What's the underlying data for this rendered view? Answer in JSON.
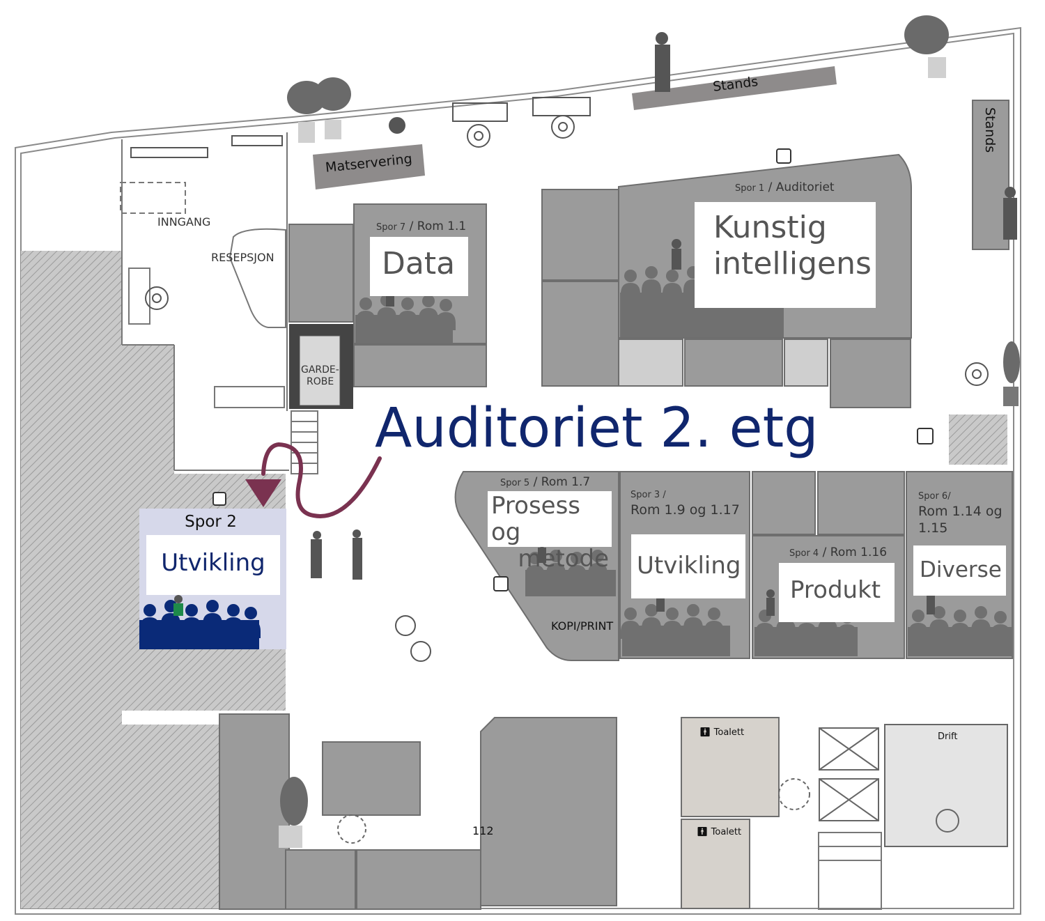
{
  "title": "Auditoriet 2. etg",
  "colors": {
    "title": "#10266d",
    "room_fill": "#9b9b9b",
    "audience": "#707070",
    "highlight_room": "#d6d8ea",
    "highlight_audience": "#0a2a78",
    "arrow": "#7a3250",
    "toilet": "#d6d2cc"
  },
  "labels": {
    "inngang": "INNGANG",
    "resepsjon": "RESEPSJON",
    "garderobe_1": "GARDE-",
    "garderobe_2": "ROBE",
    "matservering": "Matservering",
    "stands_top": "Stands",
    "stands_right": "Stands",
    "kopi_print": "KOPI/PRINT",
    "toalett_1": "Toalett",
    "toalett_2": "Toalett",
    "drift": "Drift",
    "room_number": "112"
  },
  "rooms": {
    "spor7": {
      "spor": "Spor 7",
      "rom": "Rom 1.1",
      "topic": "Data"
    },
    "spor1": {
      "spor": "Spor 1",
      "rom": "Auditoriet",
      "topic_1": "Kunstig",
      "topic_2": "intelligens"
    },
    "spor5": {
      "spor": "Spor 5",
      "rom": "Rom 1.7",
      "topic_1": "Prosess og",
      "topic_2": "metode"
    },
    "spor3": {
      "spor": "Spor 3 /",
      "rom": "Rom 1.9 og 1.17",
      "topic": "Utvikling"
    },
    "spor4": {
      "spor": "Spor 4",
      "rom": "Rom 1.16",
      "topic": "Produkt"
    },
    "spor6": {
      "spor": "Spor 6/",
      "rom_1": "Rom 1.14 og",
      "rom_2": "1.15",
      "topic": "Diverse"
    },
    "spor2": {
      "spor": "Spor 2",
      "topic": "Utvikling"
    }
  },
  "icons": [
    "coffee-icon",
    "toilet-icon",
    "arrow-icon",
    "plant-icon",
    "presenter-icon",
    "audience-icon"
  ]
}
